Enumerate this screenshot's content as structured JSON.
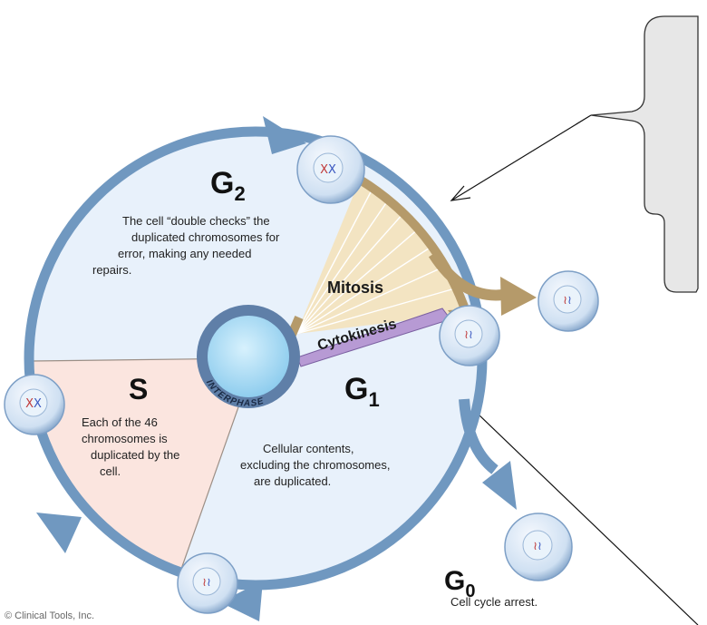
{
  "phases": {
    "g2": {
      "letter": "G",
      "sub": "2",
      "desc": [
        "The cell “double checks” the",
        "duplicated chromosomes for",
        "error, making any needed",
        "repairs."
      ]
    },
    "s": {
      "letter": "S",
      "desc": [
        "Each of the 46",
        "chromosomes is",
        "duplicated by the",
        "cell."
      ]
    },
    "g1": {
      "letter": "G",
      "sub": "1",
      "desc": [
        "Cellular contents,",
        "excluding the chromosomes,",
        "are duplicated."
      ]
    },
    "g0": {
      "letter": "G",
      "sub": "0",
      "desc": "Cell cycle arrest."
    }
  },
  "labels": {
    "mitosis": "Mitosis",
    "cytokinesis": "Cytokinesis",
    "interphase": "INTERPHASE"
  },
  "copyright": "© Clinical Tools, Inc.",
  "callout": {
    "text": ""
  },
  "colors": {
    "arrow_blue": "#7098c0",
    "g_fill": "#e8f1fb",
    "s_fill": "#fbe5df",
    "mitosis_fill": "#f3e4c2",
    "mitosis_band": "#b59a6a",
    "cytokinesis": "#b79ad4",
    "callout_fill": "#e7e7e7"
  }
}
